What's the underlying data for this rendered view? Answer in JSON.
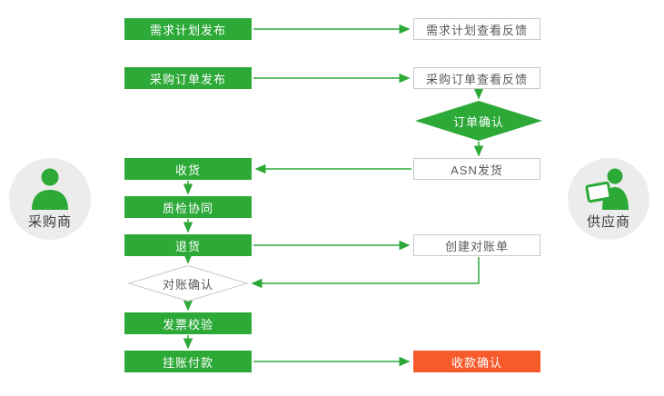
{
  "actors": {
    "buyer": {
      "label": "采购商"
    },
    "supplier": {
      "label": "供应商"
    }
  },
  "nodes": {
    "demand_plan_publish": "需求计划发布",
    "demand_plan_feedback": "需求计划查看反馈",
    "po_publish": "采购订单发布",
    "po_feedback": "采购订单查看反馈",
    "order_confirm": "订单确认",
    "receive_goods": "收货",
    "asn_ship": "ASN发货",
    "quality_collab": "质检协同",
    "return_goods": "退货",
    "create_statement": "创建对账单",
    "statement_confirm": "对账确认",
    "invoice_check": "发票校验",
    "book_payment": "挂账付款",
    "receipt_confirm": "收款确认"
  },
  "colors": {
    "green": "#2DA938",
    "red": "#F75B2C",
    "box_border": "#C9C9C9",
    "text_dark": "#595959",
    "circle_bg": "#ECECEC",
    "actor_text": "#3A3A3A"
  }
}
